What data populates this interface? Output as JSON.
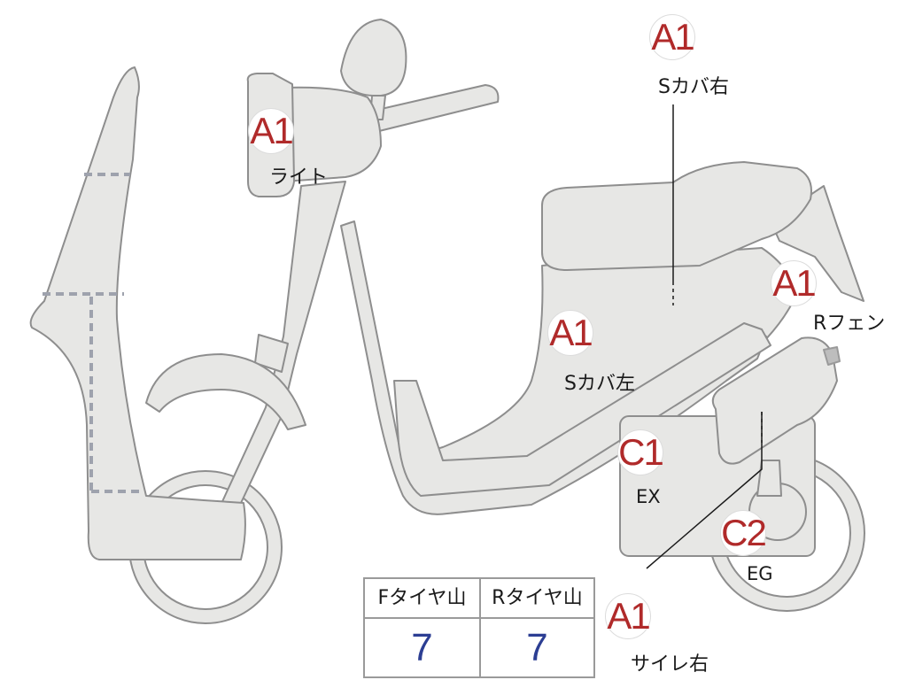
{
  "markers": [
    {
      "id": "light",
      "grade": "A1",
      "part": "ライト"
    },
    {
      "id": "s-cover-right",
      "grade": "A1",
      "part": "Sカバ右"
    },
    {
      "id": "s-cover-left",
      "grade": "A1",
      "part": "Sカバ左"
    },
    {
      "id": "rear-fender",
      "grade": "A1",
      "part": "Rフェン"
    },
    {
      "id": "exhaust",
      "grade": "C1",
      "part": "EX"
    },
    {
      "id": "engine",
      "grade": "C2",
      "part": "EG"
    },
    {
      "id": "muffler-right",
      "grade": "A1",
      "part": "サイレ右"
    }
  ],
  "tread_table": {
    "front_label": "Fタイヤ山",
    "rear_label": "Rタイヤ山",
    "front_value": "7",
    "rear_value": "7"
  },
  "colors": {
    "body_fill": "#e7e7e5",
    "outline": "#8e8e8e",
    "grade_text": "#b02a2a",
    "value_text": "#2c3e93",
    "dotted_line": "#9ea2ad"
  }
}
